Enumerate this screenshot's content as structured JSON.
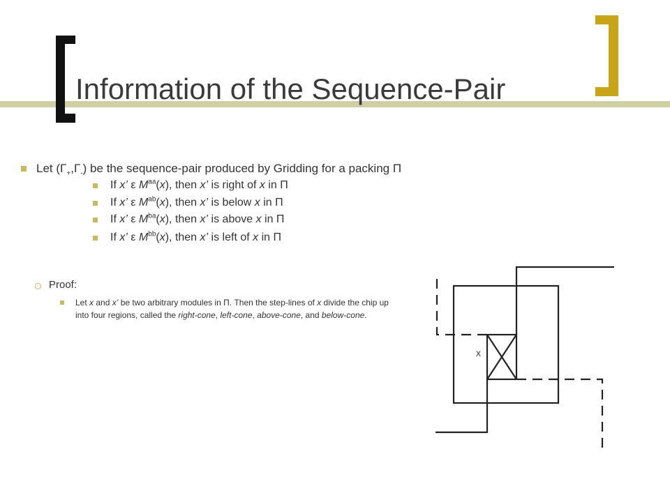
{
  "slide": {
    "title": "Information of the Sequence-Pair",
    "bullet_main": {
      "before": "Let (Γ",
      "sub1": "+",
      "comma": ",Γ",
      "sub2": "-",
      "after": ") be the sequence-pair produced by Gridding for a packing Π"
    },
    "sub_bullets": [
      {
        "pre": "If ",
        "xp": "x’",
        "mid1": " ε ",
        "M": "M",
        "sup": "aa",
        "paren_x": "x",
        "mid2": "), then ",
        "xp2": "x’",
        "rest": " is right of ",
        "x2": "x",
        "tail": " in Π"
      },
      {
        "pre": "If ",
        "xp": "x’",
        "mid1": " ε ",
        "M": "M",
        "sup": "ab",
        "paren_x": "x",
        "mid2": "), then ",
        "xp2": "x’",
        "rest": " is below ",
        "x2": "x",
        "tail": " in Π"
      },
      {
        "pre": "If ",
        "xp": "x’",
        "mid1": " ε ",
        "M": "M",
        "sup": "ba",
        "paren_x": "x",
        "mid2": "), then ",
        "xp2": "x’",
        "rest": " is above ",
        "x2": "x",
        "tail": " in Π"
      },
      {
        "pre": "If ",
        "xp": "x’",
        "mid1": " ε ",
        "M": "M",
        "sup": "bb",
        "paren_x": "x",
        "mid2": "), then ",
        "xp2": "x’",
        "rest": " is left of ",
        "x2": "x",
        "tail": " in Π"
      }
    ],
    "proof": {
      "label": "Proof:",
      "t1": "Let ",
      "x": "x",
      "t2": " and ",
      "xp": "x’",
      "t3": " be two arbitrary modules in Π. Then the step-lines of ",
      "x2": "x",
      "t4": " divide the chip up into four regions, called the ",
      "right": "right-cone",
      "t5": ", ",
      "left": "left-cone",
      "t6": ", ",
      "above": "above-cone",
      "t7": ", and ",
      "below": "below-cone",
      "t8": "."
    },
    "figure": {
      "module_label": "x"
    },
    "colors": {
      "bullet": "#C8B964",
      "left_bracket": "#111111",
      "right_bracket": "#C8A418",
      "title_line": "#CFCFA3"
    }
  }
}
